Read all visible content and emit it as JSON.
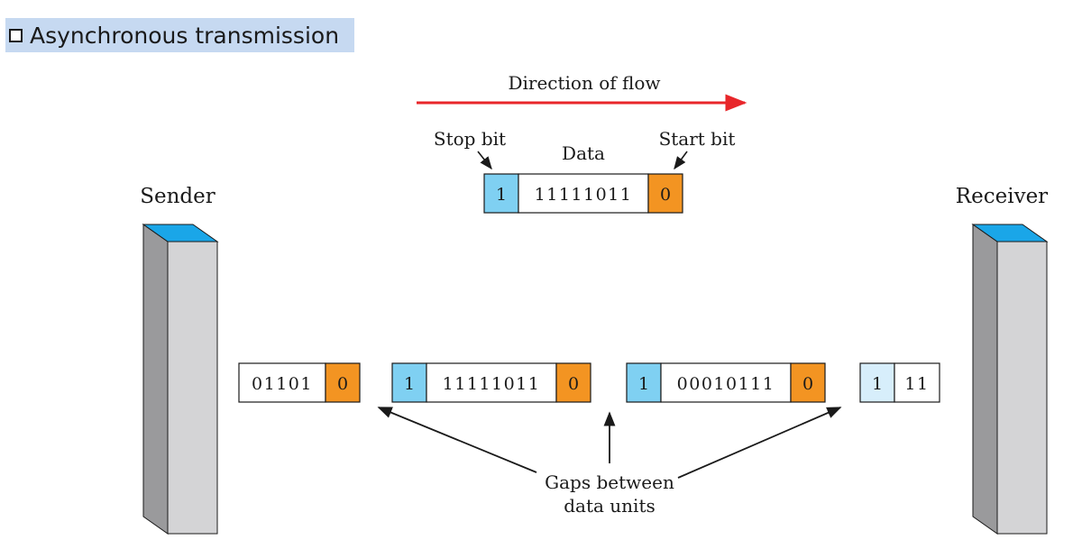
{
  "header": {
    "title": "Asynchronous transmission"
  },
  "diagram": {
    "direction_label": "Direction of flow",
    "stop_bit_label": "Stop bit",
    "start_bit_label": "Start bit",
    "data_label": "Data",
    "sender_label": "Sender",
    "receiver_label": "Receiver",
    "gaps_label_line1": "Gaps between",
    "gaps_label_line2": "data units",
    "example_frame": {
      "stop": "1",
      "data": "11111011",
      "start": "0"
    },
    "stream": {
      "unit1": {
        "data": "01101",
        "start": "0"
      },
      "unit2": {
        "stop": "1",
        "data": "11111011",
        "start": "0"
      },
      "unit3": {
        "stop": "1",
        "data": "00010111",
        "start": "0"
      },
      "unit4": {
        "stop": "1",
        "data": "11"
      }
    },
    "colors": {
      "stop_bit": "#7fd0f2",
      "stop_bit_partial": "#d7eefb",
      "start_bit": "#f39422",
      "arrow_red": "#e8262a",
      "device_face": "#d4d4d6",
      "device_top": "#1aa6e8",
      "title_bg": "#c6d9f1"
    }
  }
}
